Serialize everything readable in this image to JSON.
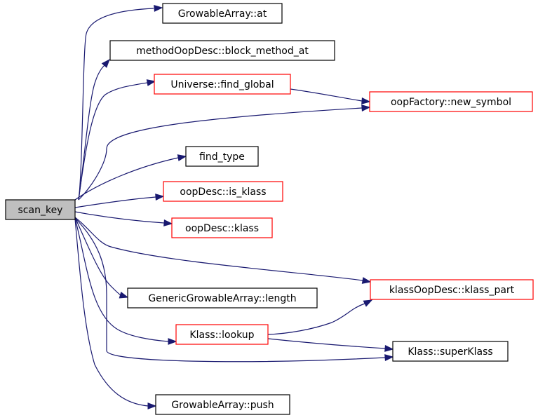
{
  "colors": {
    "edge": "#191970",
    "border_default": "#000000",
    "border_linked": "#ff0000",
    "fill_root": "#bfbfbf",
    "fill_default": "#ffffff"
  },
  "nodes": {
    "scan_key": {
      "label": "scan_key",
      "style": "root"
    },
    "growable_at": {
      "label": "GrowableArray::at",
      "style": "default"
    },
    "block_method_at": {
      "label": "methodOopDesc::block_method_at",
      "style": "default"
    },
    "find_global": {
      "label": "Universe::find_global",
      "style": "linked"
    },
    "new_symbol": {
      "label": "oopFactory::new_symbol",
      "style": "linked"
    },
    "find_type": {
      "label": "find_type",
      "style": "default"
    },
    "is_klass": {
      "label": "oopDesc::is_klass",
      "style": "linked"
    },
    "klass": {
      "label": "oopDesc::klass",
      "style": "linked"
    },
    "klass_part": {
      "label": "klassOopDesc::klass_part",
      "style": "linked"
    },
    "length": {
      "label": "GenericGrowableArray::length",
      "style": "default"
    },
    "lookup": {
      "label": "Klass::lookup",
      "style": "linked"
    },
    "superklass": {
      "label": "Klass::superKlass",
      "style": "default"
    },
    "push": {
      "label": "GrowableArray::push",
      "style": "default"
    }
  },
  "edges": [
    {
      "from": "scan_key",
      "to": "growable_at"
    },
    {
      "from": "scan_key",
      "to": "block_method_at"
    },
    {
      "from": "scan_key",
      "to": "find_global"
    },
    {
      "from": "scan_key",
      "to": "new_symbol"
    },
    {
      "from": "scan_key",
      "to": "find_type"
    },
    {
      "from": "scan_key",
      "to": "is_klass"
    },
    {
      "from": "scan_key",
      "to": "klass"
    },
    {
      "from": "scan_key",
      "to": "klass_part"
    },
    {
      "from": "scan_key",
      "to": "length"
    },
    {
      "from": "scan_key",
      "to": "lookup"
    },
    {
      "from": "scan_key",
      "to": "superklass"
    },
    {
      "from": "scan_key",
      "to": "push"
    },
    {
      "from": "find_global",
      "to": "new_symbol"
    },
    {
      "from": "lookup",
      "to": "klass_part"
    },
    {
      "from": "lookup",
      "to": "superklass"
    }
  ]
}
